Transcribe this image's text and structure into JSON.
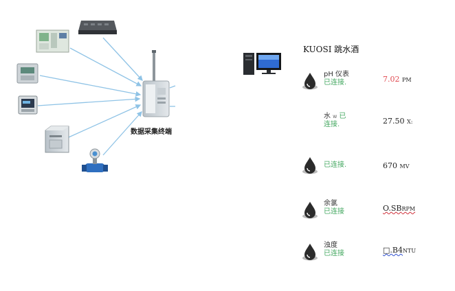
{
  "diagram": {
    "hub_label": "数据采集终端",
    "devices": [
      {
        "name": "controller-box-icon"
      },
      {
        "name": "analyzer-panel-icon"
      },
      {
        "name": "meter-cabinet-icon"
      },
      {
        "name": "display-meter-icon"
      },
      {
        "name": "control-cabinet-icon"
      },
      {
        "name": "flowmeter-icon"
      }
    ],
    "colors": {
      "arrow": "#8fc3e6",
      "device_body": "#cfd6dc",
      "screen": "#1a2a4a"
    }
  },
  "panel": {
    "title": "KUOSI 跳水酒",
    "rows": [
      {
        "name": "pH 仪表",
        "status": "已连接.",
        "value": "7.02",
        "unit": "PM",
        "value_style": "red",
        "icon": "water-drop-icon"
      },
      {
        "name": "水",
        "name_sub": "W",
        "name_tail": "已",
        "status": "连接.",
        "value": "27.50",
        "unit": "X:",
        "value_style": "plain",
        "icon": ""
      },
      {
        "name": "",
        "status": "已连接.",
        "value": "670",
        "unit": "MV",
        "value_style": "plain",
        "icon": "water-drop-icon"
      },
      {
        "name": "余氯",
        "status": "已连接",
        "value": "O.SB",
        "unit": "RPM",
        "value_style": "squiggle",
        "icon": "water-drop-icon"
      },
      {
        "name": "浊度",
        "status": "已连接",
        "value": "□.B4",
        "unit": "NTU",
        "value_style": "squiggle-blue",
        "icon": "water-drop-icon"
      }
    ]
  }
}
